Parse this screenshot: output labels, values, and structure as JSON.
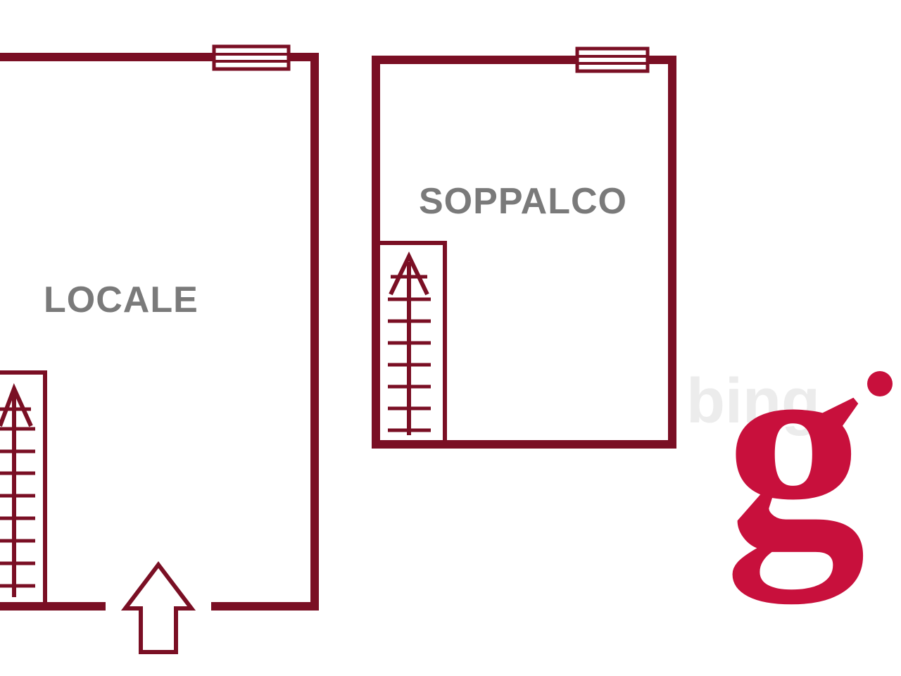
{
  "rooms": {
    "locale": {
      "label": "LOCALE"
    },
    "soppalco": {
      "label": "SOPPALCO"
    }
  },
  "logo": {
    "letter": "g",
    "watermark": "bing"
  },
  "colors": {
    "wall": "#7a0f24",
    "label": "#7a7a7a",
    "logo": "#c8103c",
    "watermark": "#ececec"
  },
  "icons": {
    "entrance": "entrance-arrow-icon",
    "stairs": "staircase-icon",
    "window": "window-icon"
  }
}
